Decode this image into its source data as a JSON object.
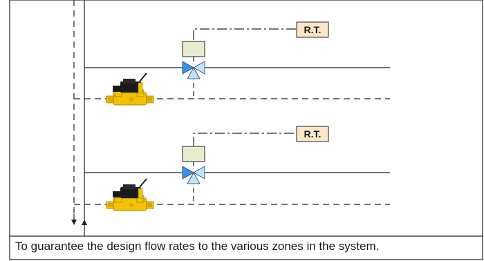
{
  "caption": "To guarantee the design flow rates to the various zones in the system.",
  "zones": [
    {
      "thermostat_label": "R.T."
    },
    {
      "thermostat_label": "R.T."
    }
  ],
  "colors": {
    "line": "#222222",
    "thermostat_box_fill": "#fbe6c8",
    "actuator_fill": "#e6eccd",
    "valve_blue": "#3f8fe6",
    "valve_light_blue": "#bfe3f7",
    "balancing_valve_body": "#f2c200",
    "balancing_valve_dark": "#1a1a1a"
  },
  "icons": [
    "three-way-valve-icon",
    "balancing-valve-icon",
    "flow-arrow-down-icon",
    "flow-arrow-up-icon"
  ]
}
